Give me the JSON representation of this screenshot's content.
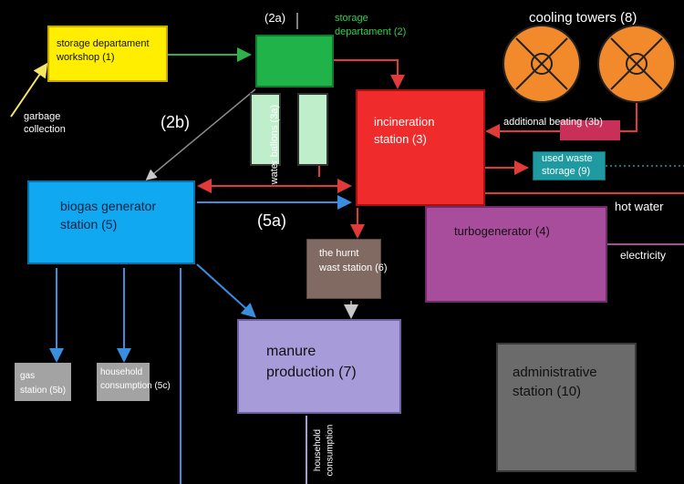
{
  "nodes": {
    "storage_workshop": {
      "line1": "storage departament",
      "line2": "workshop (1)"
    },
    "storage_dept": {
      "line1": "storage",
      "line2": "departament (2)"
    },
    "tag_2a": "(2a)",
    "water_ballons": "water ballons (3a)",
    "incineration": {
      "line1": "incineration",
      "line2": "station (3)"
    },
    "cooling_towers": "cooling towers (8)",
    "additional_heating": "additional beating (3b)",
    "used_waste": {
      "line1": "used waste",
      "line2": "storage (9)"
    },
    "tag_2b": "(2b)",
    "garbage": {
      "line1": "garbage",
      "line2": "collection"
    },
    "biogas": {
      "line1": "biogas generator",
      "line2": "station (5)"
    },
    "tag_5a": "(5a)",
    "turbogenerator": "turbogenerator (4)",
    "hot_water": "hot water",
    "electricity": "electricity",
    "burnt_waste": {
      "line1": "the hurnt",
      "line2": "wast station (6)"
    },
    "manure": {
      "line1": "manure",
      "line2": "production (7)"
    },
    "gas_station": {
      "line1": "gas",
      "line2": "station (5b)"
    },
    "household_5c": {
      "line1": "household",
      "line2": "consumption (5c)"
    },
    "household_bottom": {
      "line1": "household",
      "line2": "consumption"
    },
    "administrative": {
      "line1": "administrative",
      "line2": "station (10)"
    }
  },
  "colors": {
    "background": "#000000",
    "yellow": "#ffee00",
    "green": "#1fb34a",
    "red": "#ef2b2b",
    "orange": "#f28a2c",
    "teal": "#1f9aa0",
    "blue": "#10a8f0",
    "purple": "#a84c9c",
    "lavender": "#a89bd9",
    "brown": "#806a62",
    "gray": "#6b6b6b",
    "light_gray": "#b5b5b5",
    "arrow_green": "#2fb04a",
    "arrow_red": "#e03a3a",
    "arrow_blue": "#3a8ee0",
    "arrow_yellow": "#f5e663",
    "arrow_gray": "#c8c8c8"
  }
}
